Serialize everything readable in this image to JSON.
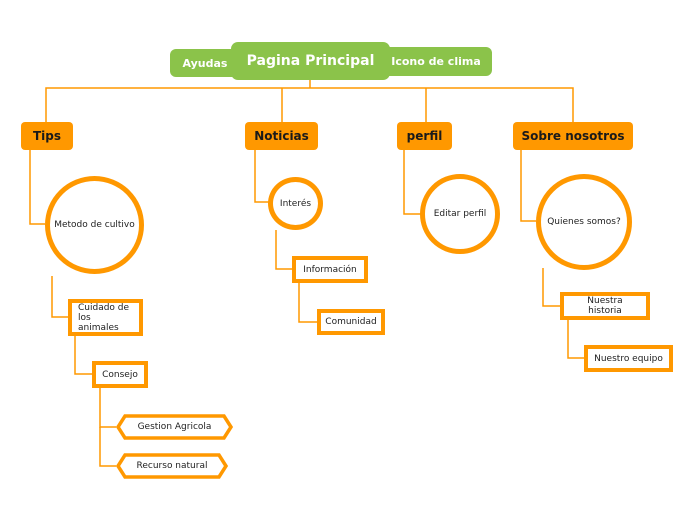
{
  "colors": {
    "accent": "#ff9800",
    "brand": "#8bc34a"
  },
  "main": {
    "title": "Pagina Principal",
    "left_label": "Ayudas",
    "right_label": "Icono de clima"
  },
  "categories": [
    {
      "label": "Tips",
      "children": [
        "Metodo de cultivo",
        "Cuidado de los animales",
        "Consejo",
        "Gestion  Agricola",
        "Recurso natural"
      ]
    },
    {
      "label": "Noticias",
      "children": [
        "Interés",
        "Información",
        "Comunidad"
      ]
    },
    {
      "label": "perfil",
      "children": [
        "Editar perfil"
      ]
    },
    {
      "label": "Sobre nosotros",
      "children": [
        "Quienes somos?",
        "Nuestra historia",
        "Nuestro equipo"
      ]
    }
  ]
}
